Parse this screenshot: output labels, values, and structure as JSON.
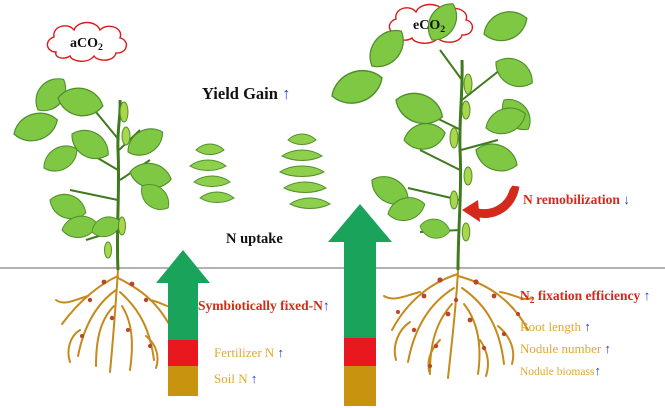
{
  "clouds": {
    "ambient": "aCO",
    "elevated": "eCO",
    "subscript": "2"
  },
  "labels": {
    "yield_gain": "Yield Gain",
    "n_uptake": "N uptake",
    "n_remobilization": "N remobilization",
    "symbiotically_fixed": "Symbiotically fixed-N",
    "n2_fixation_prefix": "N",
    "n2_fixation_sub": "2",
    "n2_fixation_suffix": " fixation efficiency",
    "fertilizer_n": "Fertilizer N",
    "soil_n": "Soil N",
    "root_length": "Root length",
    "nodule_number": "Nodule number",
    "nodule_biomass": "Nodule biomass"
  },
  "indicators": {
    "up": "↑",
    "down": "↓"
  },
  "colors": {
    "leaf": "#7fc843",
    "leaf_dark": "#4f8f2a",
    "stem": "#3f7a1e",
    "arrow_green": "#1aa35a",
    "bar_red": "#e8181e",
    "bar_soil": "#c8930e",
    "root": "#c58a1a",
    "nodule": "#b8462a",
    "cloud_outline": "#d91a1a",
    "remob_arrow": "#d42a1c",
    "label_red": "#d42a1c",
    "label_gold": "#e3a82a",
    "indicator_blue": "#1f3fd6"
  }
}
